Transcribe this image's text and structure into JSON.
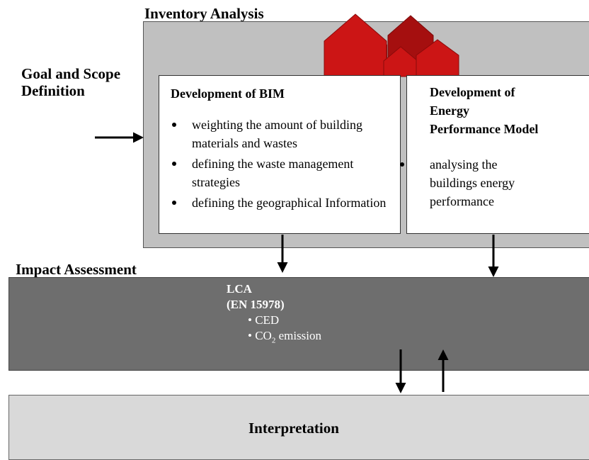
{
  "diagram": {
    "inventory": {
      "heading": "Inventory Analysis",
      "bim": {
        "title": "Development of BIM",
        "items": [
          "weighting the amount of building materials and wastes",
          "defining the waste management strategies",
          "defining the geographical Information"
        ]
      },
      "energy": {
        "title_lines": [
          "Development of",
          "Energy",
          "Performance Model"
        ],
        "items": [
          "analysing the buildings energy performance"
        ]
      }
    },
    "goal_scope": {
      "lines": [
        "Goal and Scope",
        "Definition"
      ]
    },
    "impact": {
      "heading": "Impact Assessment",
      "lca_title": "LCA",
      "lca_standard": "(EN 15978)",
      "item_ced": "• CED",
      "item_co2_prefix": "• CO",
      "item_co2_sub": "2",
      "item_co2_suffix": " emission"
    },
    "interpretation": {
      "label": "Interpretation"
    },
    "colors": {
      "house_dark": "#a50f0f",
      "house_light": "#cc1515",
      "panel_inventory": "#c0c0c0",
      "panel_impact": "#6e6e6e",
      "panel_interpretation": "#d9d9d9"
    }
  }
}
